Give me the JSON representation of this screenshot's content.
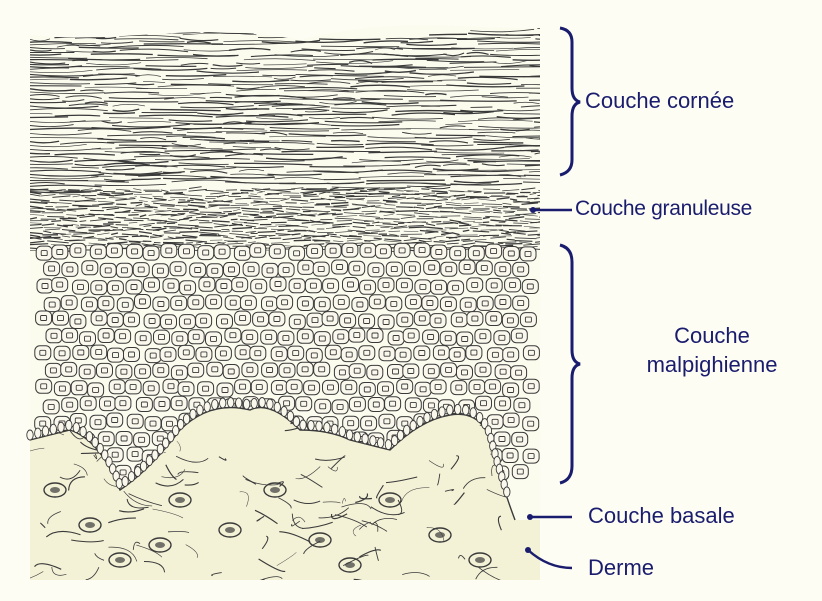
{
  "colors": {
    "background": "#fdfdf3",
    "ink": "#3a3a3a",
    "label": "#1a1c6e",
    "dermis_fill": "#f3f1d6",
    "cell_fill": "#faf8ec"
  },
  "labels": {
    "couche_cornee": "Couche cornée",
    "couche_granuleuse": "Couche granuleuse",
    "couche_malpighienne_line1": "Couche",
    "couche_malpighienne_line2": "malpighienne",
    "couche_basale": "Couche basale",
    "derme": "Derme"
  },
  "annotations": [
    {
      "label_key": "couche_cornee",
      "marker": "brace"
    },
    {
      "label_key": "couche_granuleuse",
      "marker": "pointer"
    },
    {
      "label_key": "couche_malpighienne",
      "marker": "brace"
    },
    {
      "label_key": "couche_basale",
      "marker": "pointer"
    },
    {
      "label_key": "derme",
      "marker": "pointer"
    }
  ]
}
